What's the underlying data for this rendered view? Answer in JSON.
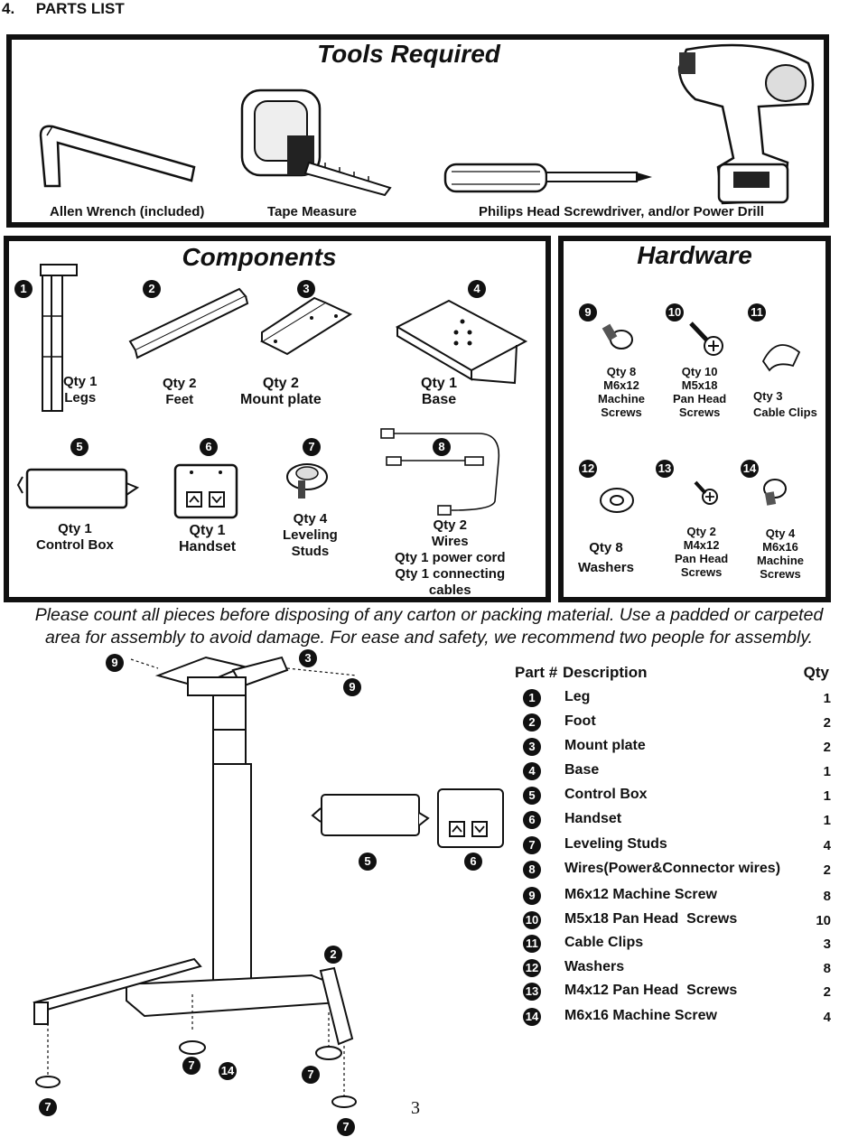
{
  "section_heading": "4.     PARTS LIST",
  "tools": {
    "title": "Tools Required",
    "items": [
      {
        "label": "Allen Wrench (included)",
        "icon": "allen-wrench-icon"
      },
      {
        "label": "Tape Measure",
        "icon": "tape-measure-icon"
      },
      {
        "label": "Philips Head Screwdriver, and/or Power Drill",
        "icon": "screwdriver-icon"
      }
    ]
  },
  "components": {
    "title": "Components",
    "items": [
      {
        "num": "1",
        "qty_lines": [
          "Qty 1",
          "Legs"
        ]
      },
      {
        "num": "2",
        "qty_lines": [
          "Qty 2",
          "Feet"
        ]
      },
      {
        "num": "3",
        "qty_lines": [
          "Qty 2",
          "Mount plate"
        ]
      },
      {
        "num": "4",
        "qty_lines": [
          "Qty  1",
          "Base"
        ]
      },
      {
        "num": "5",
        "qty_lines": [
          "Qty 1",
          "Control Box"
        ]
      },
      {
        "num": "6",
        "qty_lines": [
          "Qty 1",
          "Handset"
        ]
      },
      {
        "num": "7",
        "qty_lines": [
          "Qty 4",
          "Leveling",
          "Studs"
        ]
      },
      {
        "num": "8",
        "qty_lines": [
          "Qty  2",
          "Wires",
          "Qty 1 power cord",
          "Qty 1 connecting",
          "cables"
        ]
      }
    ]
  },
  "hardware": {
    "title": "Hardware",
    "items": [
      {
        "num": "9",
        "qty_lines": [
          "Qty  8",
          "M6x12",
          "Machine",
          "Screws"
        ]
      },
      {
        "num": "10",
        "qty_lines": [
          "Qty 10",
          "M5x18",
          "Pan Head",
          "Screws"
        ]
      },
      {
        "num": "11",
        "qty_lines": [
          "Qty 3",
          "Cable Clips"
        ]
      },
      {
        "num": "12",
        "qty_lines": [
          "Qty  8",
          "Washers"
        ]
      },
      {
        "num": "13",
        "qty_lines": [
          "Qty  2",
          "M4x12",
          "Pan Head",
          "Screws"
        ]
      },
      {
        "num": "14",
        "qty_lines": [
          "Qty  4",
          "M6x16",
          "Machine",
          "Screws"
        ]
      }
    ]
  },
  "note": [
    "Please count all pieces before disposing of any carton or packing material. Use a padded or carpeted",
    "area for assembly to avoid damage. For ease and safety, we recommend two people for assembly."
  ],
  "diagram_callouts": [
    "9",
    "3",
    "9",
    "5",
    "6",
    "2",
    "7",
    "14",
    "7",
    "7",
    "7"
  ],
  "parts_list": {
    "headers": {
      "part": "Part #",
      "description": "Description",
      "qty": "Qty"
    },
    "rows": [
      {
        "num": "1",
        "description": "Leg",
        "qty": "1"
      },
      {
        "num": "2",
        "description": "Foot",
        "qty": "2"
      },
      {
        "num": "3",
        "description": "Mount plate",
        "qty": "2"
      },
      {
        "num": "4",
        "description": "Base",
        "qty": "1"
      },
      {
        "num": "5",
        "description": "Control Box",
        "qty": "1"
      },
      {
        "num": "6",
        "description": "Handset",
        "qty": "1"
      },
      {
        "num": "7",
        "description": "Leveling Studs",
        "qty": "4"
      },
      {
        "num": "8",
        "description": "Wires(Power&Connector wires)",
        "qty": "2"
      },
      {
        "num": "9",
        "description": "M6x12 Machine Screw",
        "qty": "8"
      },
      {
        "num": "10",
        "description": "M5x18 Pan Head  Screws",
        "qty": "10"
      },
      {
        "num": "11",
        "description": "Cable Clips",
        "qty": "3"
      },
      {
        "num": "12",
        "description": "Washers",
        "qty": "8"
      },
      {
        "num": "13",
        "description": "M4x12 Pan Head  Screws",
        "qty": "2"
      },
      {
        "num": "14",
        "description": "M6x16 Machine Screw",
        "qty": "4"
      }
    ]
  },
  "page_number": "3"
}
